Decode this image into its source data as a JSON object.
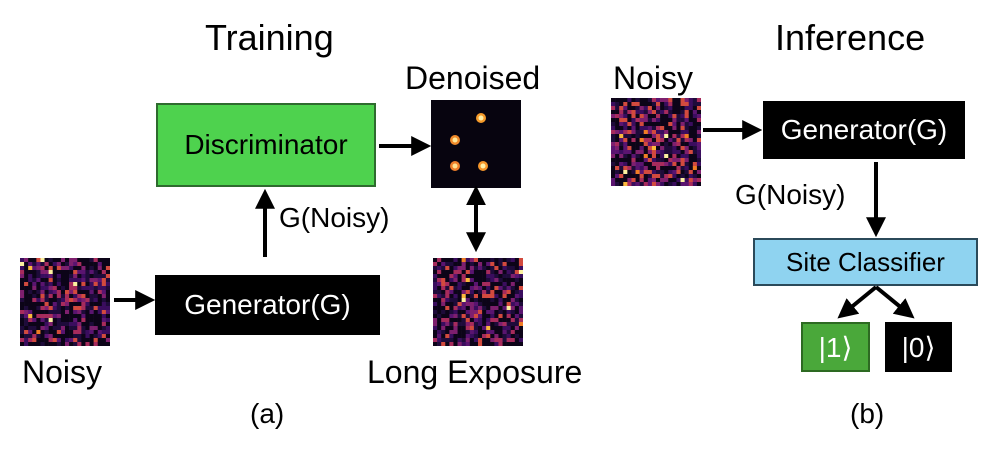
{
  "panel_a": {
    "title": "Training",
    "discriminator_label": "Discriminator",
    "generator_label": "Generator(G)",
    "arrow_label": "G(Noisy)",
    "denoised_label": "Denoised",
    "long_exposure_label": "Long Exposure",
    "noisy_label": "Noisy",
    "caption": "(a)"
  },
  "panel_b": {
    "title": "Inference",
    "noisy_label": "Noisy",
    "generator_label": "Generator(G)",
    "arrow_label": "G(Noisy)",
    "classifier_label": "Site Classifier",
    "state_one": "|1⟩",
    "state_zero": "|0⟩",
    "caption": "(b)"
  },
  "colors": {
    "discriminator": "#4ed24e",
    "classifier": "#8fd3f0",
    "state_one": "#4aa83a",
    "generator": "#000000"
  }
}
